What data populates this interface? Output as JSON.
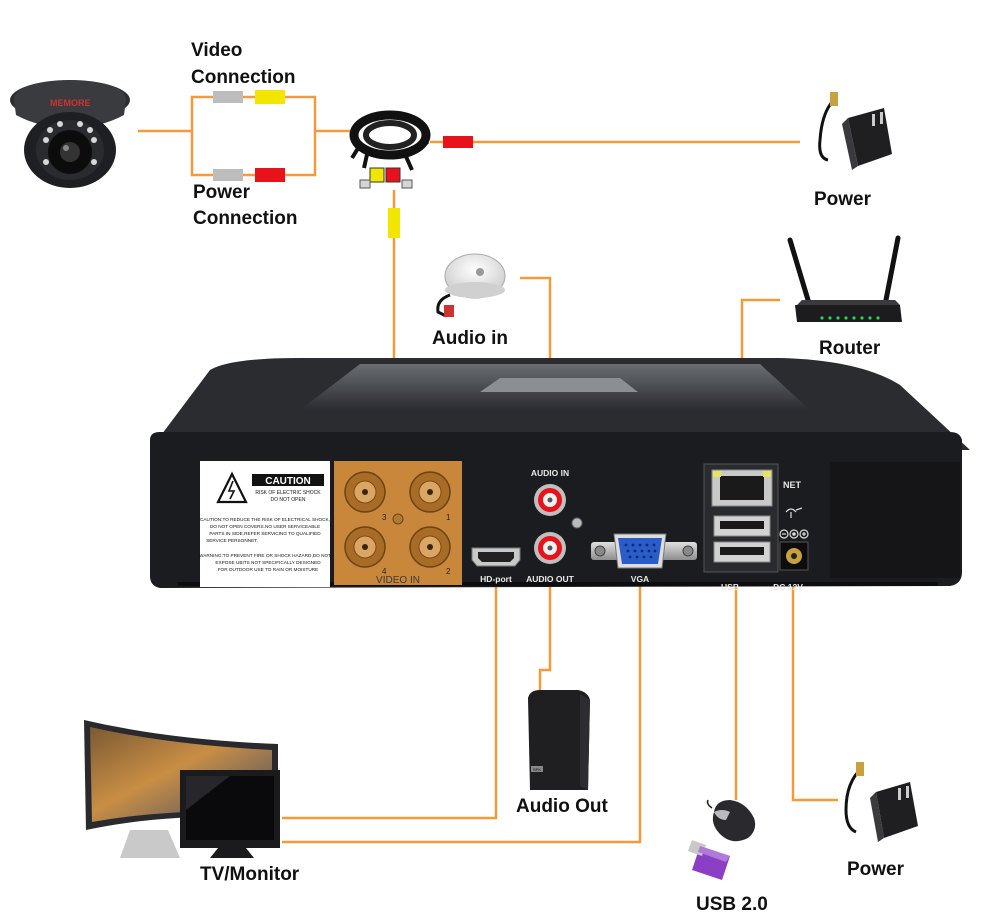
{
  "labels": {
    "video_connection_1": "Video",
    "video_connection_2": "Connection",
    "power_connection_1": "Power",
    "power_connection_2": "Connection",
    "power_top": "Power",
    "audio_in": "Audio in",
    "router": "Router",
    "audio_out": "Audio Out",
    "tv_monitor": "TV/Monitor",
    "usb": "USB 2.0",
    "power_bottom": "Power"
  },
  "dvr_panel": {
    "caution_title": "CAUTION",
    "caution_sub1": "RISK OF ELECTRIC SHOCK",
    "caution_sub2": "DO NOT OPEN",
    "caution_text": [
      "CAUTION:TO REDUCE THE RISK OF ELECTRICAL SHOCK,",
      "DO NOT OPEN COVERS.NO USER SERVICEABLE",
      "PARTS IN SIDE.REFER SERVICING TO QUALIFIED",
      "SERVICE PERSONNET.",
      "WARNING:TO PREVENT FIRE OR SHOCK HAZARD,DO NOT",
      "EXPOSE UBITS NOT SPECIFICALLY DESIGNED",
      "FOR OUTDOOR USE TO RAIN OR MOISTURE"
    ],
    "video_in": "VIDEO IN",
    "bnc_numbers": [
      "3",
      "1",
      "4",
      "2"
    ],
    "audio_in_port": "AUDIO IN",
    "hd_port": "HD-port",
    "audio_out_port": "AUDIO OUT",
    "vga": "VGA",
    "net": "NET",
    "usb_port": "USB",
    "dc": "DC 12V",
    "camera_brand": "MEMORE",
    "speaker_brand": "SPK"
  },
  "colors": {
    "wire": "#f39a3c",
    "bnc": "#c8873a",
    "video_plug": "#f2e600",
    "power_plug": "#e8121a",
    "dvr_body": "#1b1c1f",
    "usb_stick": "#8b3fc4"
  }
}
